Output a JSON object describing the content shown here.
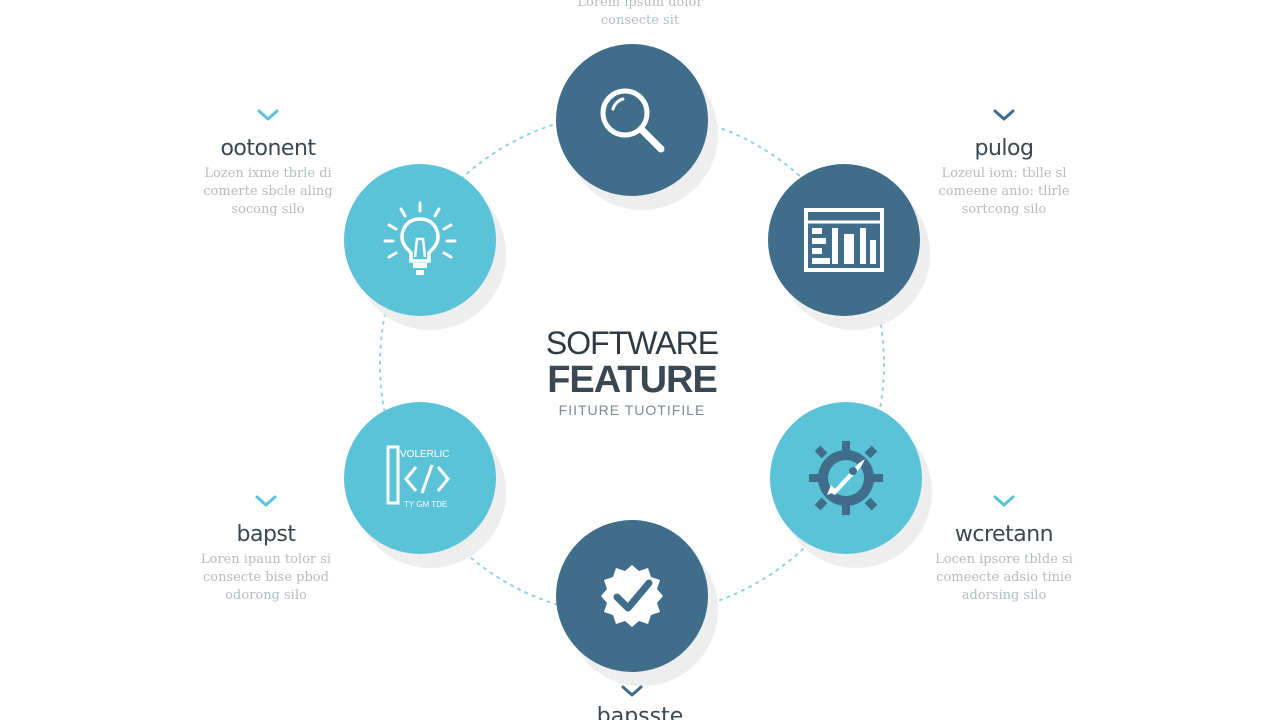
{
  "center": {
    "title_line1": "SOFTWARE",
    "title_line2": "FEATURE",
    "subtitle": "FIITURE TUOTIFILE"
  },
  "top_item": {
    "desc": "Lorem ipsum dolor\nconsecte sit"
  },
  "left_top": {
    "title": "ootonent",
    "desc": "Lozen ixme tbrle di\ncomerte sbcle aling\nsocong silo"
  },
  "right_top": {
    "title": "pulog",
    "desc": "Lozeul iom: tblle sl\ncomeene anio: tlirle\nsortcong silo"
  },
  "left_bottom": {
    "title": "bapst",
    "desc": "Loren ipaun tolor si\nconsecte bise pbod\nodorong silo"
  },
  "right_bottom": {
    "title": "wcretann",
    "desc": "Locen ipsore tblde si\ncomeecte adsio tinie\nadorsing silo"
  },
  "bottom_item": {
    "title": "bapsste"
  },
  "code_icon": {
    "top_text": "VOLERLIC",
    "bottom_text": "TY GM TDE"
  },
  "colors": {
    "dark_node": "#3f6d8a",
    "light_node": "#5bc3d8",
    "chevron": "#5bc3d8",
    "chevron_dark": "#3f6d8a",
    "ring": "#8fd3e3"
  },
  "icons": [
    "search-icon",
    "dashboard-icon",
    "rocket-gear-icon",
    "check-badge-icon",
    "code-file-icon",
    "lightbulb-icon"
  ]
}
